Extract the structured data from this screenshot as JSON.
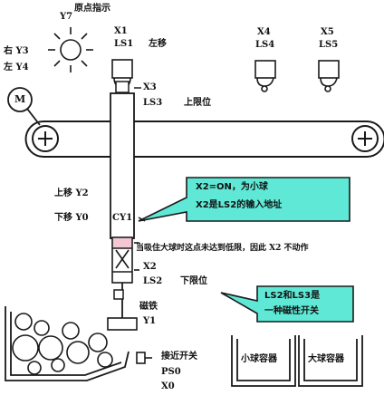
{
  "labels": {
    "y7": "Y7",
    "origin_indicator": "原点指示",
    "right_y3": "右 Y3",
    "left_y4": "左 Y4",
    "motor": "M",
    "x1": "X1",
    "ls1": "LS1",
    "move_left": "左移",
    "x4": "X4",
    "ls4": "LS4",
    "x5": "X5",
    "ls5": "LS5",
    "x3": "X3",
    "ls3": "LS3",
    "upper_limit": "上限位",
    "up_y2": "上移 Y2",
    "down_y0": "下移 Y0",
    "cy1": "CY1",
    "x2": "X2",
    "ls2": "LS2",
    "lower_limit": "下限位",
    "magnet": "磁铁",
    "y1": "Y1",
    "proximity_switch": "接近开关",
    "ps0": "PS0",
    "x0": "X0",
    "small_ball_container": "小球容器",
    "large_ball_container": "大球容器"
  },
  "callouts": {
    "x2_line1": "X2=ON，为小球",
    "x2_line2": "X2是LS2的输入地址",
    "ls_line1": "LS2和LS3是",
    "ls_line2": "一种磁性开关"
  },
  "annotation": "当吸住大球时这点未达到低限，因此 X2 不动作",
  "colors": {
    "callout_fill": "#5fe8d6",
    "callout_stroke": "#1a1a1a",
    "line": "#1a1a1a"
  }
}
